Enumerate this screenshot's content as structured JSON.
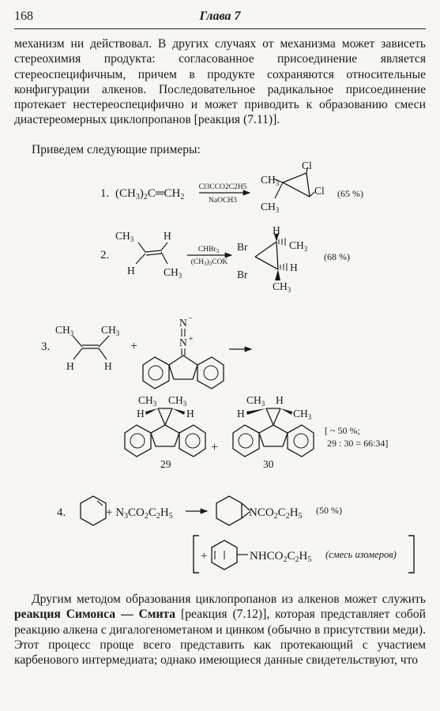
{
  "header": {
    "page_number": "168",
    "chapter": "Глава 7"
  },
  "paragraph_1": "механизм ни действовал. В других случаях от механизма может зависеть стереохимия продукта: согласованное присоединение является стереоспецифичным, причем в продукте сохраняются относительные конфигурации алкенов. Последовательное радикальное присоединение протекает нестереоспецифично и может приводить к образованию смеси диастереомерных циклопропанов [реакция (7.11)].",
  "paragraph_2": "Приведем следующие примеры:",
  "reactions": [
    {
      "number": "1.",
      "reactant": "(CH3)2C═CH2",
      "reagent_top": "Cl3CCO2C2H5",
      "reagent_bottom": "NaOCH3",
      "yield": "(65 %)"
    },
    {
      "number": "2.",
      "reagent_top": "CHBr3",
      "reagent_bottom": "(CH3)3COK",
      "yield": "(68 %)"
    },
    {
      "number": "3.",
      "ratio_line1": "[ ~ 50 %;",
      "ratio_line2": "29 : 30 = 66:34]",
      "product_a": "29",
      "product_b": "30"
    },
    {
      "number": "4.",
      "reagent": "N3CO2C2H5",
      "product": "NCO2C2H5",
      "yield": "(50 %)",
      "side_product": "NHCO2C2H5",
      "side_note": "(смесь изомеров)"
    }
  ],
  "paragraph_3_start": "Другим методом образования циклопропанов из алкенов может служить ",
  "paragraph_3_bold": "реакция Симонса — Смита",
  "paragraph_3_end": " [реакция (7.12)], которая представляет собой реакцию алкена с дигалогенометаном и цинком (обычно в присутствии меди). Этот процесс проще всего представить как протекающий с участием карбенового интермедиата; однако имеющиеся данные свидетельствуют, что"
}
